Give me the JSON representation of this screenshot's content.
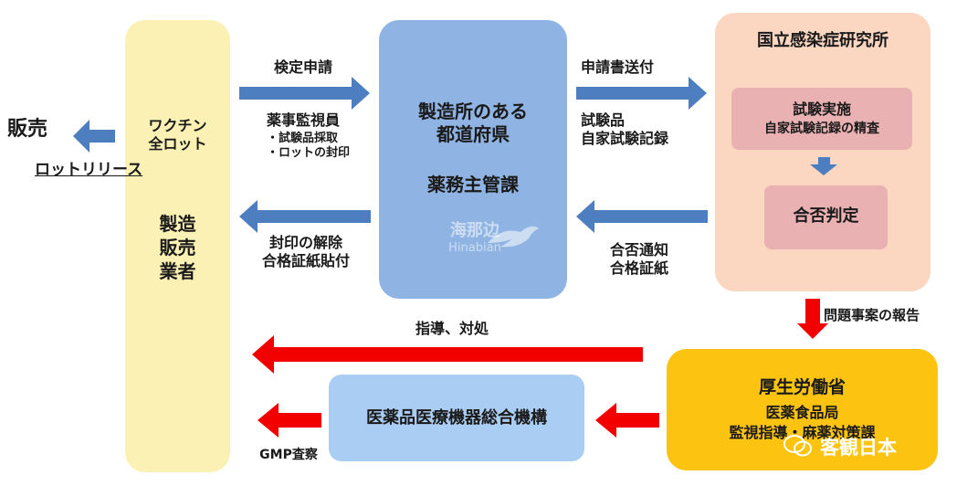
{
  "left": {
    "sales_label": "販売",
    "lot_release_label": "ロットリリース"
  },
  "manufacturer": {
    "vaccine_label": "ワクチン\n全ロット",
    "name": "製造\n販売\n業者"
  },
  "prefecture": {
    "title": "製造所のある\n都道府県",
    "division": "薬務主管課"
  },
  "niid": {
    "title": "国立感染症研究所",
    "test_title": "試験実施",
    "test_sub": "自家試験記録の精査",
    "judgment": "合否判定"
  },
  "mhlw": {
    "title": "厚生労働省",
    "bureau": "医薬食品局",
    "division": "監視指導・麻薬対策課"
  },
  "pmda": {
    "name": "医薬品医療機器総合機構"
  },
  "labels": {
    "inspection_request": "検定申請",
    "inspector": "薬事監視員",
    "inspector_tasks": "・試験品採取\n・ロットの封印",
    "seal_release": "封印の解除\n合格証紙貼付",
    "application_sent": "申請書送付",
    "samples_records": "試験品\n自家試験記録",
    "pass_notice": "合否通知\n合格証紙",
    "problem_report": "問題事案の報告",
    "guidance": "指導、対処",
    "gmp": "GMP査察"
  },
  "watermarks": {
    "center_cn": "海那边",
    "center_en": "Hinabian",
    "bottom_right": "客観日本"
  },
  "colors": {
    "manufacturer_fill": "#fbf1b4",
    "prefecture_fill": "#8fb3e2",
    "niid_fill": "#fbd6c0",
    "niid_inner_fill": "#eab1b3",
    "mhlw_fill": "#fcc310",
    "pmda_fill": "#aacdf3",
    "blue_arrow": "#4d7fc0",
    "red_arrow": "#f20000"
  }
}
